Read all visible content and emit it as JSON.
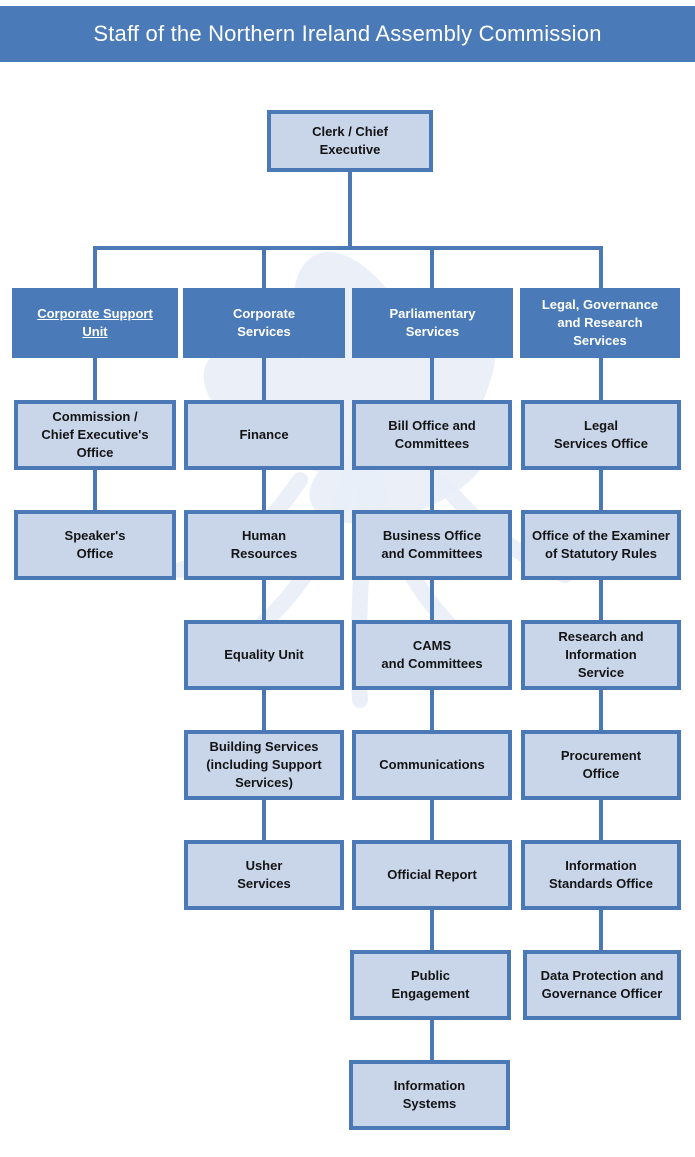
{
  "header": {
    "title": "Staff of the Northern Ireland Assembly Commission"
  },
  "root": {
    "label": "Clerk / Chief\nExecutive"
  },
  "columns": [
    {
      "header": "Corporate Support\nUnit",
      "children": [
        "Commission /\nChief Executive's\nOffice",
        "Speaker's\nOffice"
      ]
    },
    {
      "header": "Corporate\nServices",
      "children": [
        "Finance",
        "Human\nResources",
        "Equality Unit",
        "Building Services\n(including Support\nServices)",
        "Usher\nServices"
      ]
    },
    {
      "header": "Parliamentary\nServices",
      "children": [
        "Bill Office and\nCommittees",
        "Business Office\nand Committees",
        "CAMS\nand Committees",
        "Communications",
        "Official Report",
        "Public\nEngagement",
        "Information\nSystems"
      ]
    },
    {
      "header": "Legal, Governance\nand Research\nServices",
      "children": [
        "Legal\nServices Office",
        "Office of the Examiner\nof Statutory Rules",
        "Research and\nInformation\nService",
        "Procurement\nOffice",
        "Information\nStandards Office",
        "Data Protection and\nGovernance Officer"
      ]
    }
  ],
  "colors": {
    "accent": "#4a79b5",
    "header_fill": "#4a7ab8",
    "box_fill": "#c9d6ea",
    "header_text": "#ffffff",
    "node_text": "#141414"
  }
}
